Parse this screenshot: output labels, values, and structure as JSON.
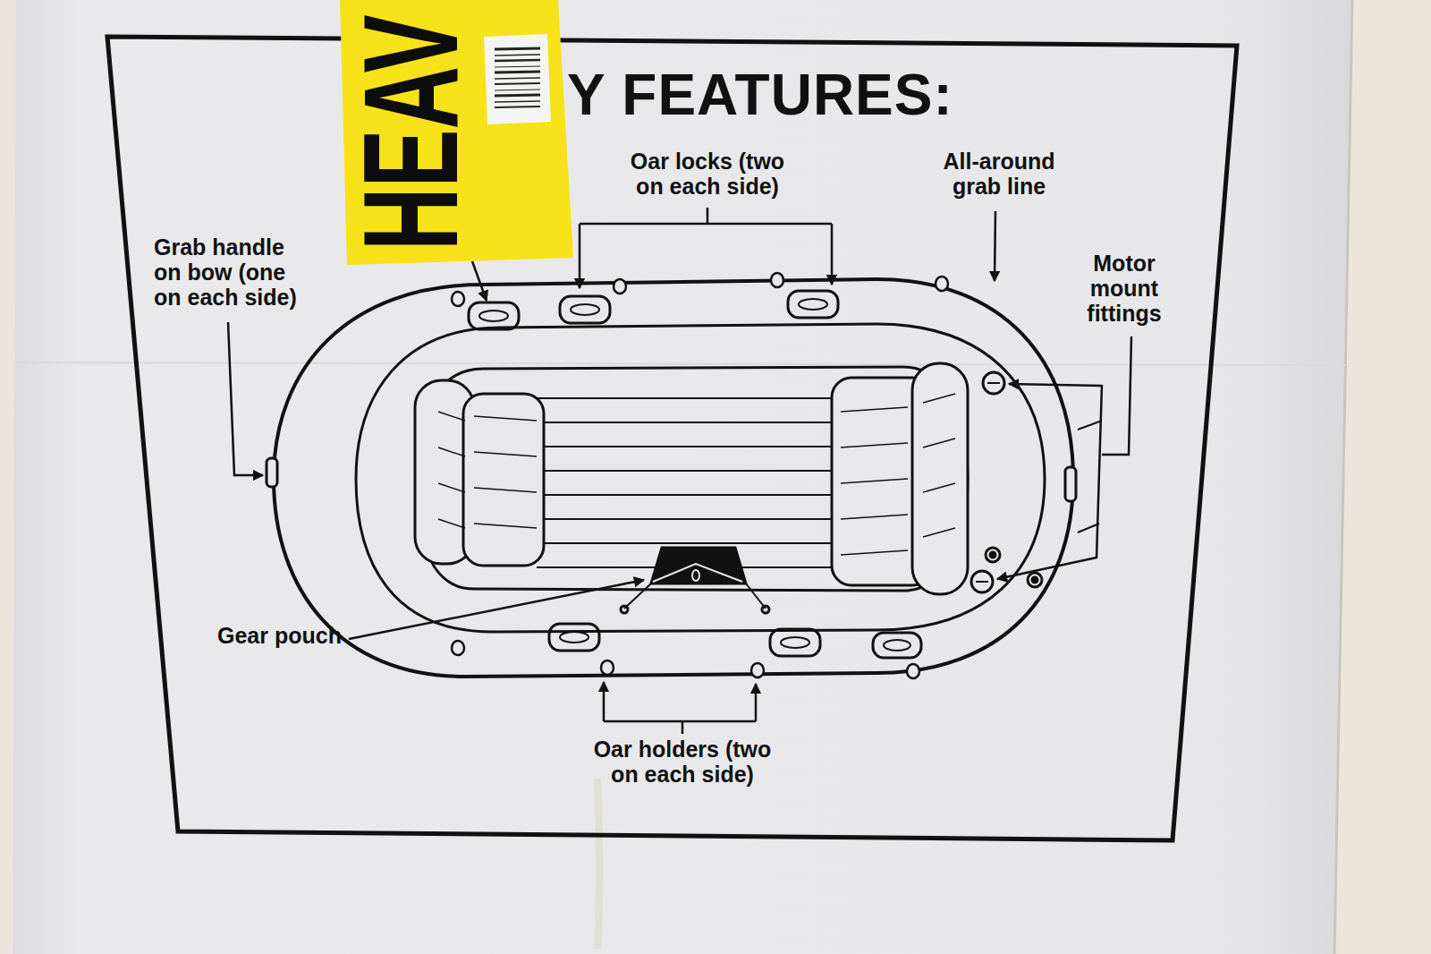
{
  "diagram": {
    "title": "Y FEATURES:",
    "labels": [
      "HEAV",
      "Oar locks (two on each side)",
      "All-around grab line",
      "Grab handle on bow (one on each side)",
      "Motor mount fittings",
      "Gear pouch",
      "Oar holders (two on each side)"
    ]
  }
}
